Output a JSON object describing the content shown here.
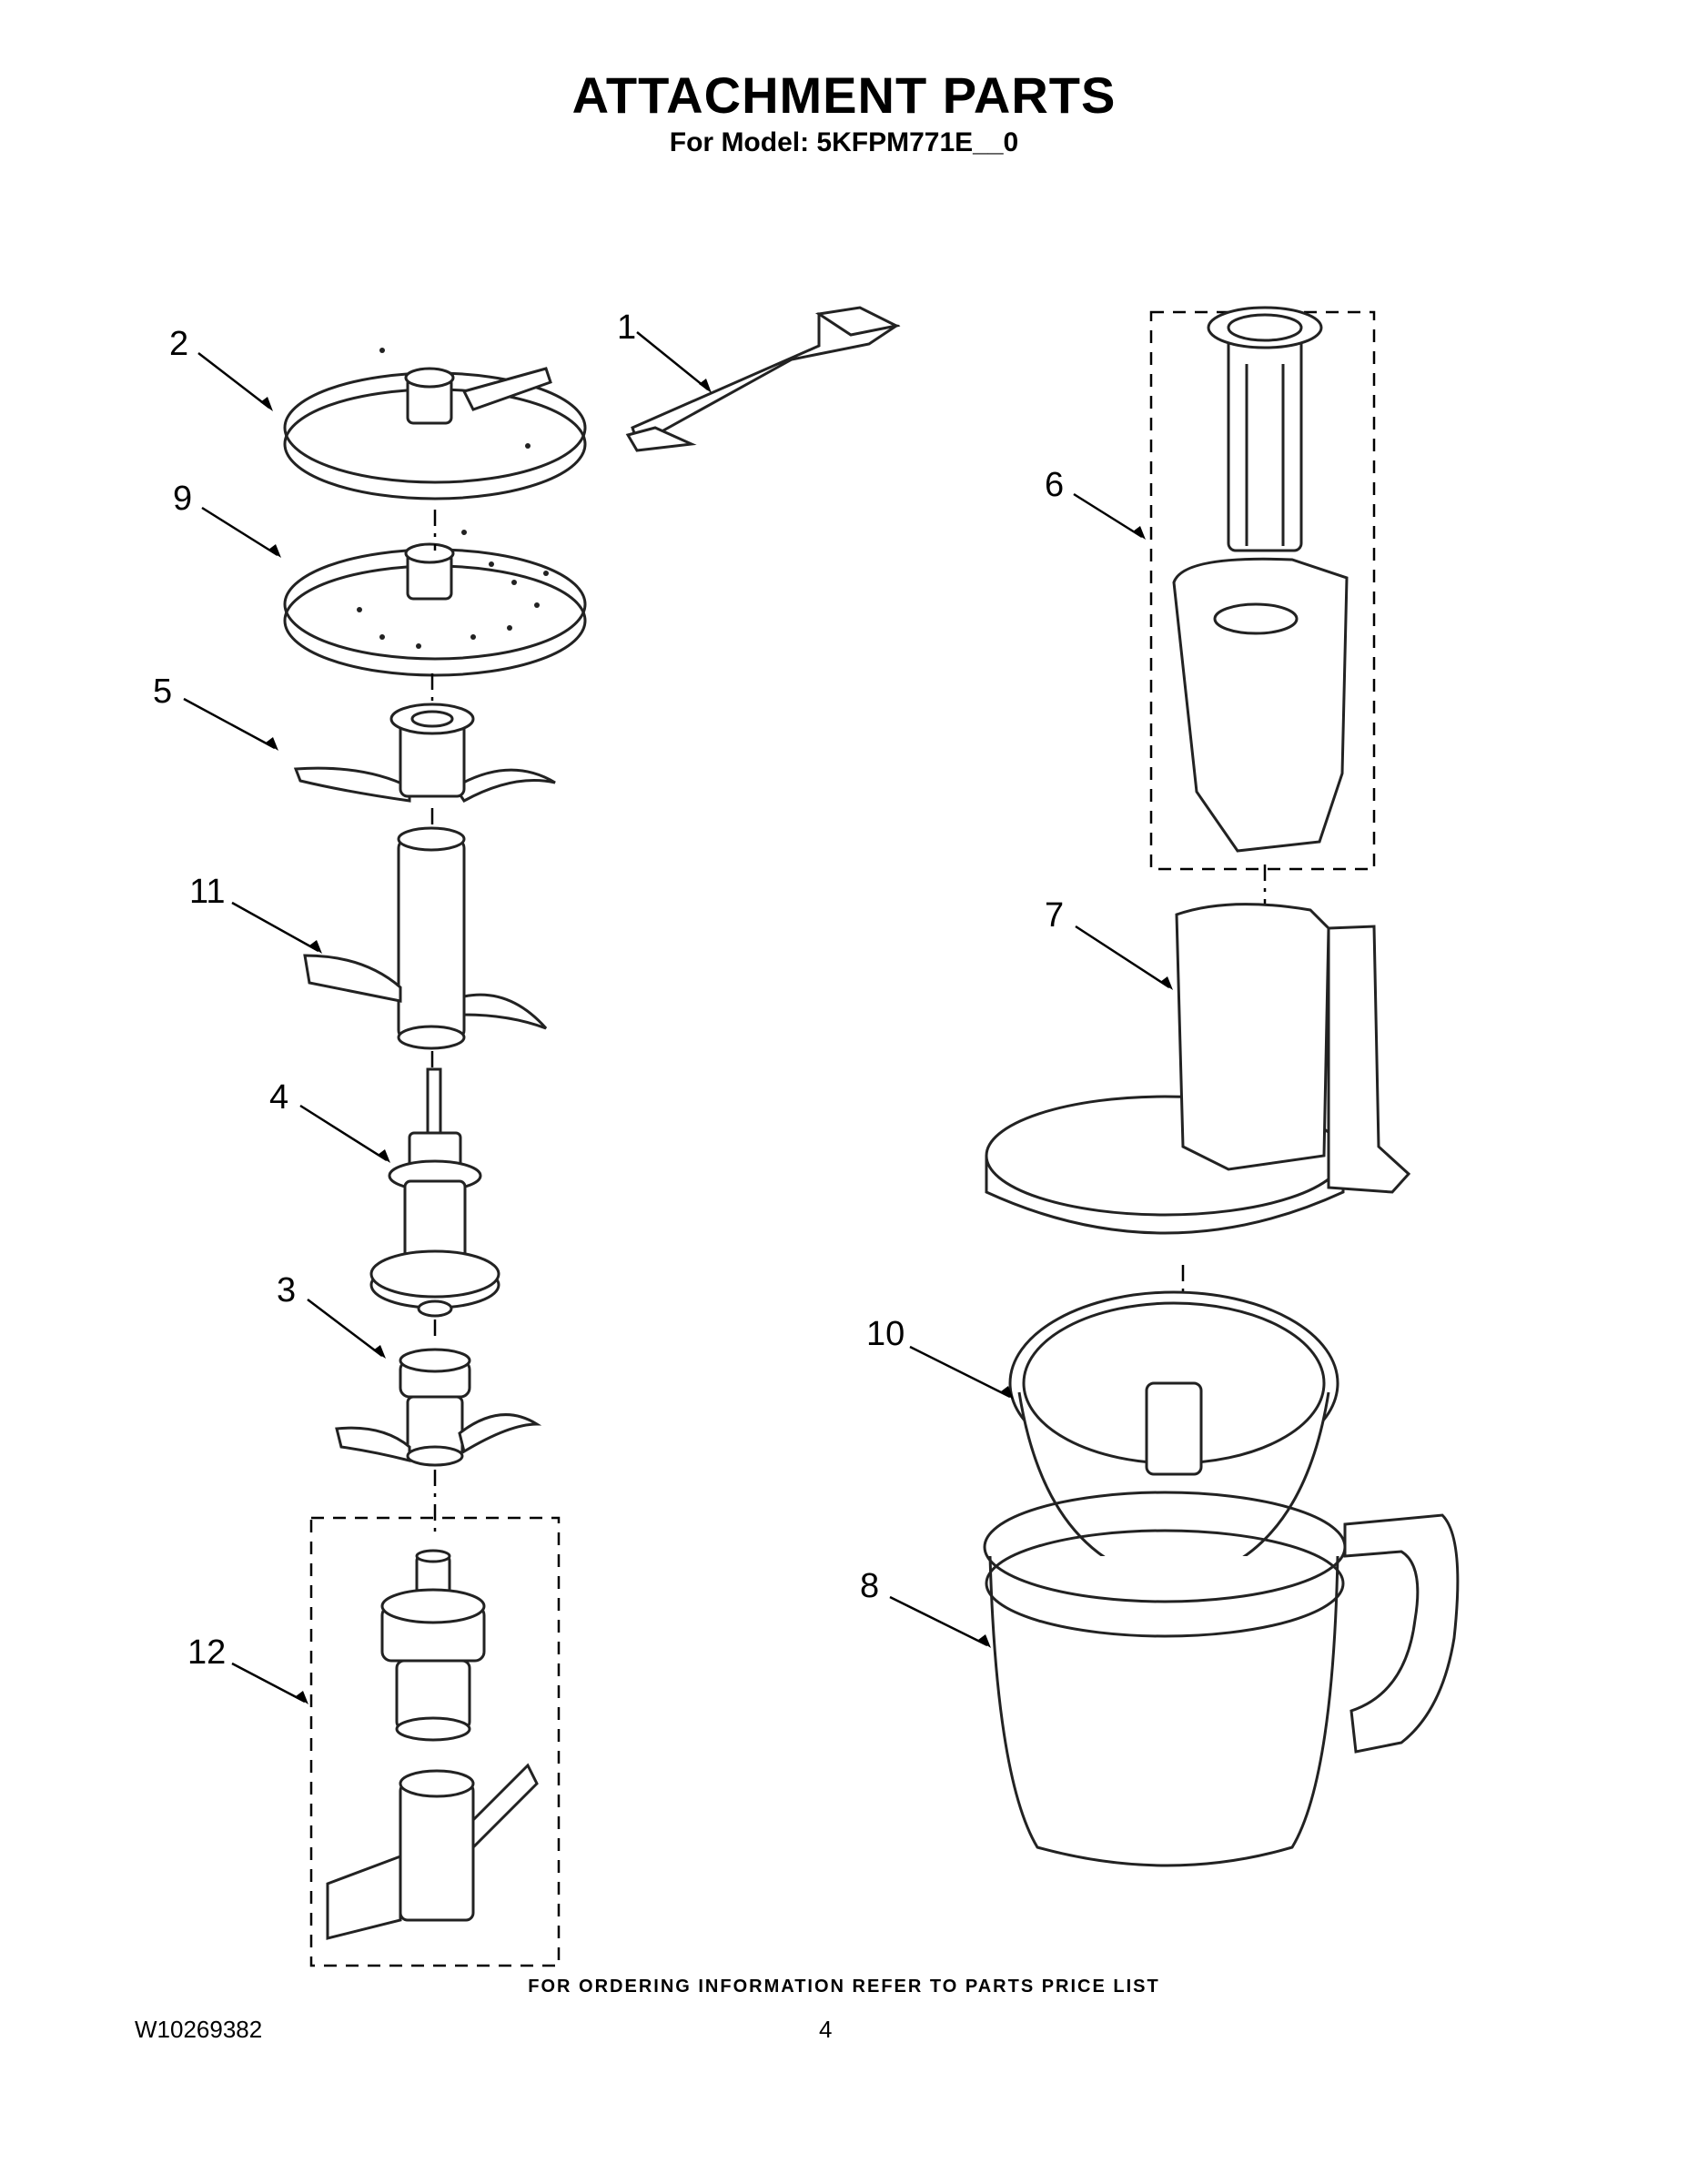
{
  "header": {
    "title": "ATTACHMENT PARTS",
    "subtitle": "For Model: 5KFPM771E__0"
  },
  "callouts": [
    {
      "id": "c1",
      "label": "1"
    },
    {
      "id": "c2",
      "label": "2"
    },
    {
      "id": "c3",
      "label": "3"
    },
    {
      "id": "c4",
      "label": "4"
    },
    {
      "id": "c5",
      "label": "5"
    },
    {
      "id": "c6",
      "label": "6"
    },
    {
      "id": "c7",
      "label": "7"
    },
    {
      "id": "c8",
      "label": "8"
    },
    {
      "id": "c9",
      "label": "9"
    },
    {
      "id": "c10",
      "label": "10"
    },
    {
      "id": "c11",
      "label": "11"
    },
    {
      "id": "c12",
      "label": "12"
    }
  ],
  "footer": {
    "ordering_note": "FOR ORDERING INFORMATION REFER TO PARTS PRICE LIST",
    "document_id": "W10269382",
    "page_number": "4"
  },
  "colors": {
    "ink": "#000000",
    "line": "#222222",
    "background": "#ffffff"
  }
}
